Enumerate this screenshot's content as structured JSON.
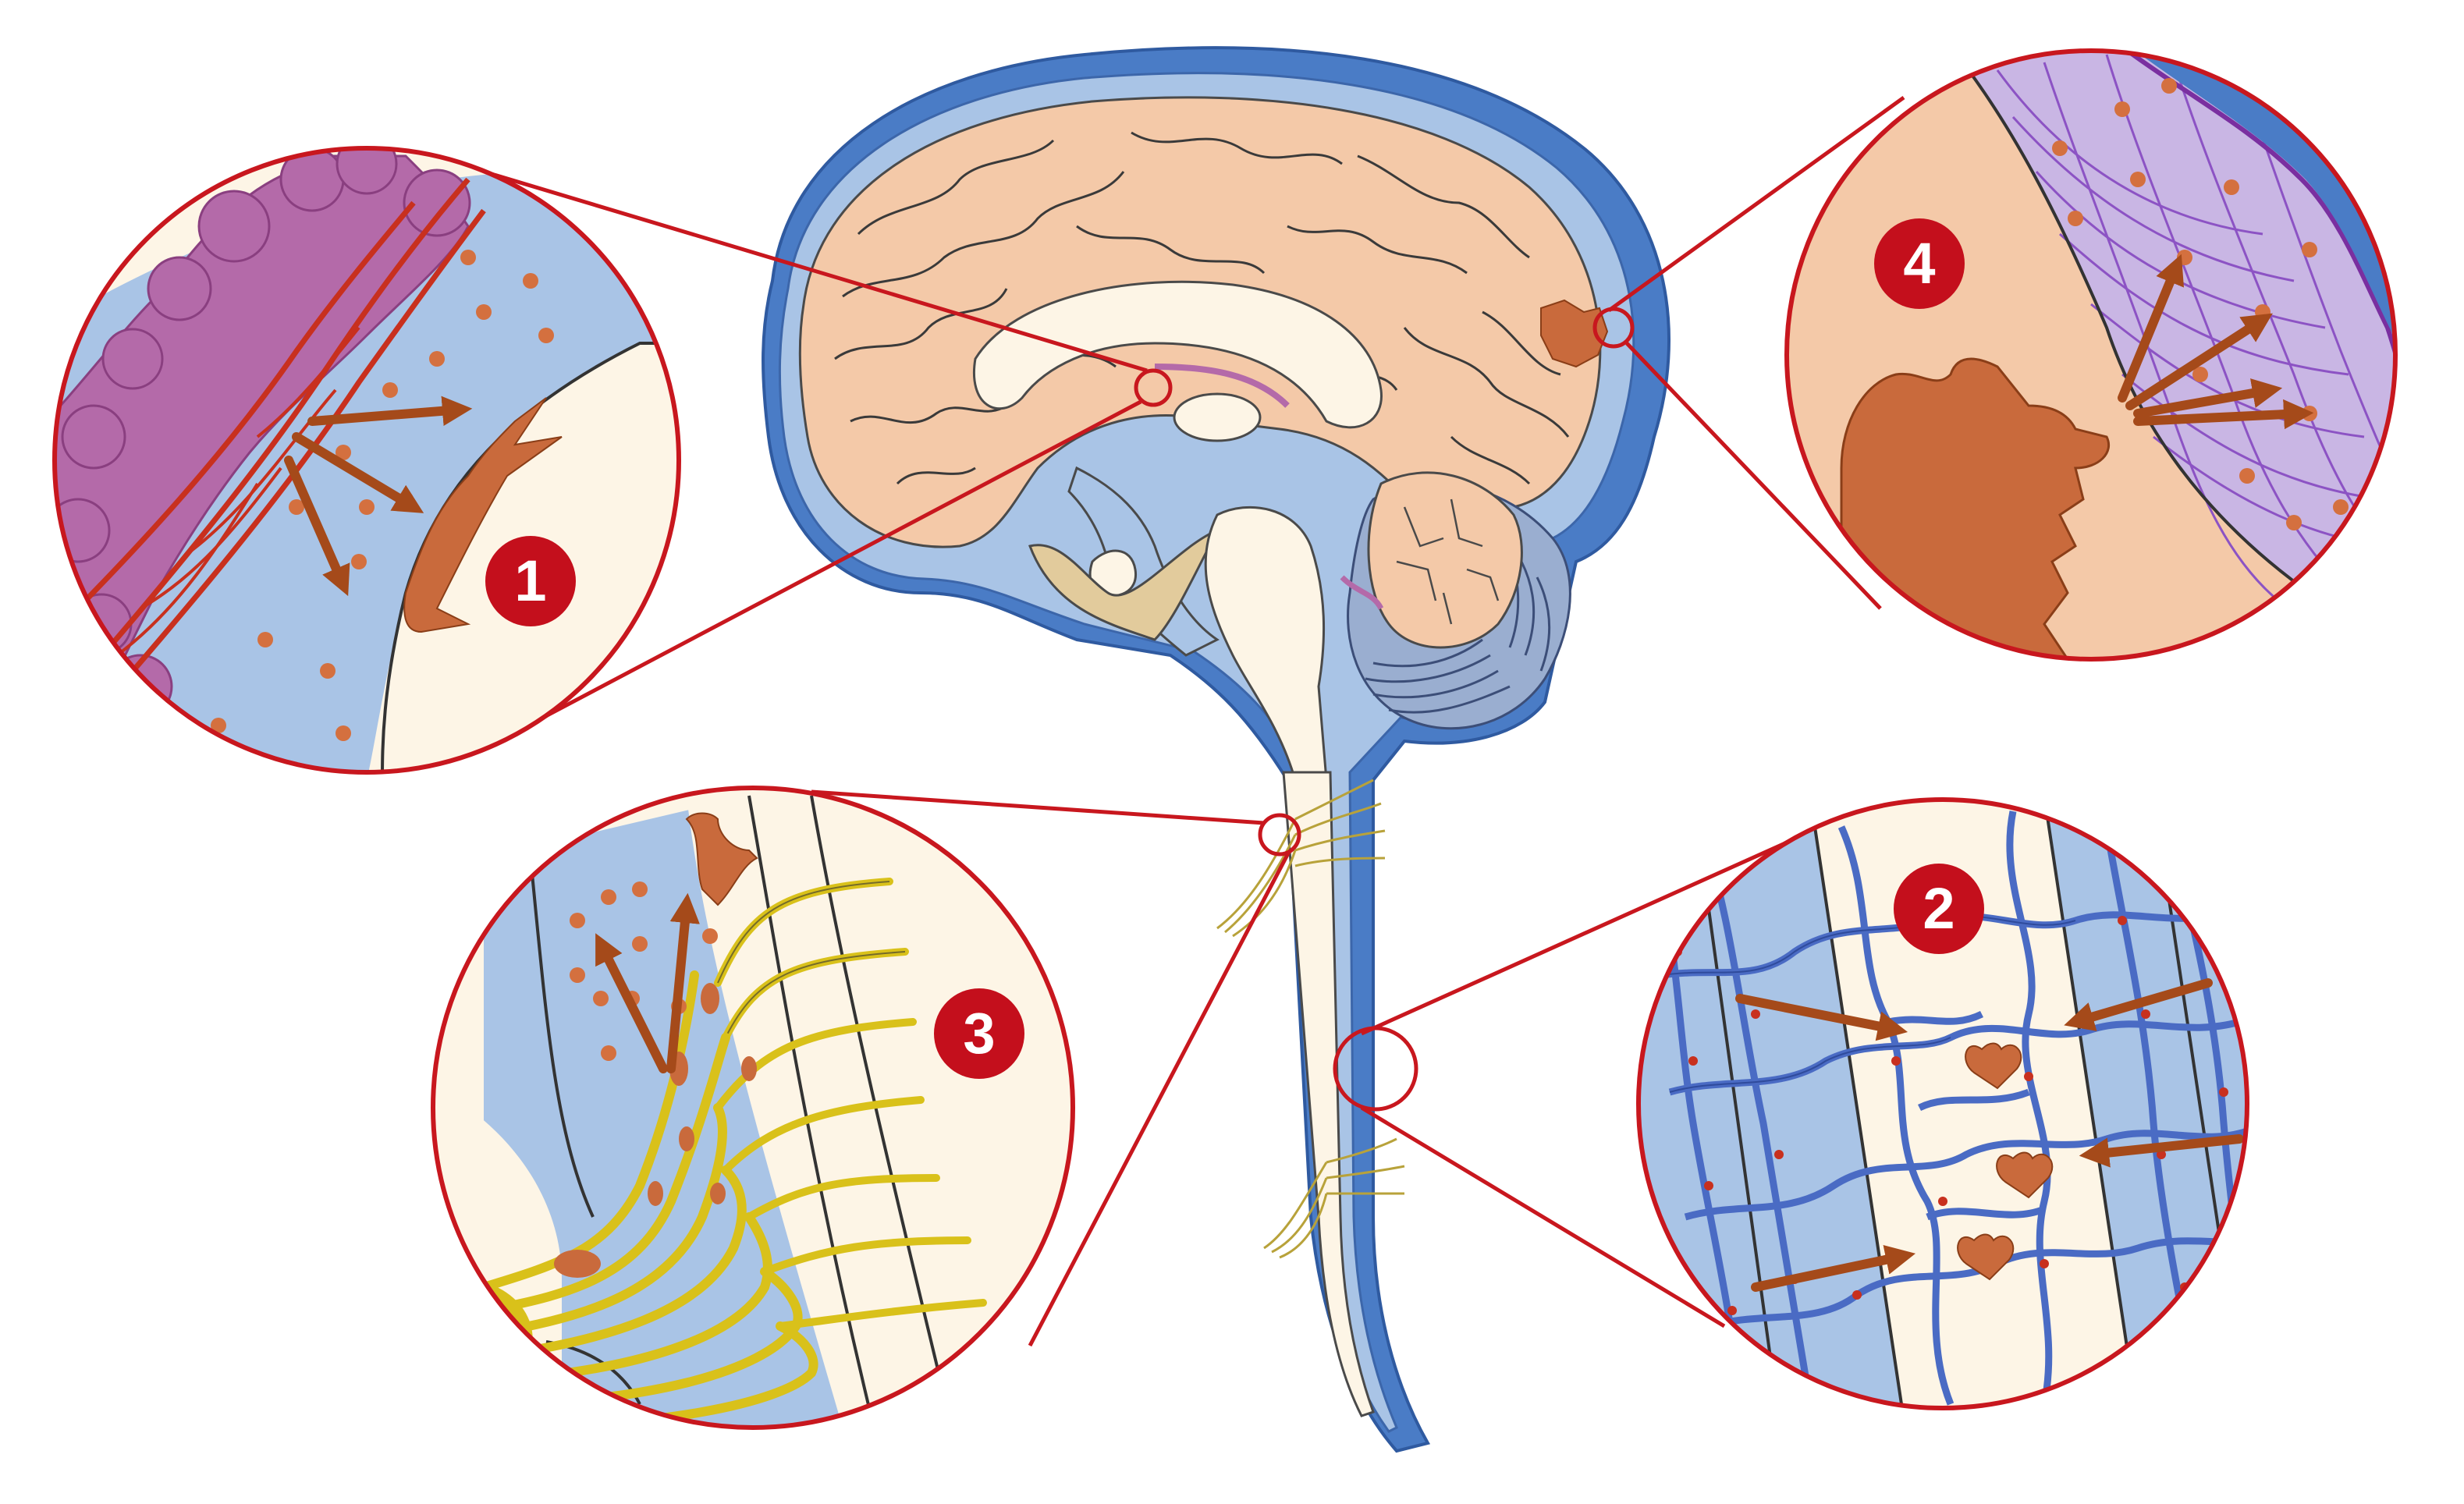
{
  "diagram": {
    "callouts": [
      {
        "number": "1"
      },
      {
        "number": "2"
      },
      {
        "number": "3"
      },
      {
        "number": "4"
      }
    ]
  },
  "colors": {
    "outline_red": "#c8171e",
    "badge_red": "#c40f1c",
    "csf_blue": "#a9c4e6",
    "meninges_blue": "#4a7cc6",
    "cortex_peach": "#f4c9a8",
    "white_matter_cream": "#fdf5e6",
    "arrow_brown": "#a54a1a",
    "cell_orange": "#c96a3c",
    "plexus_purple": "#b46aa9",
    "nerve_yellow": "#d9c11a",
    "cerebellum_gray": "#9aaed0"
  }
}
